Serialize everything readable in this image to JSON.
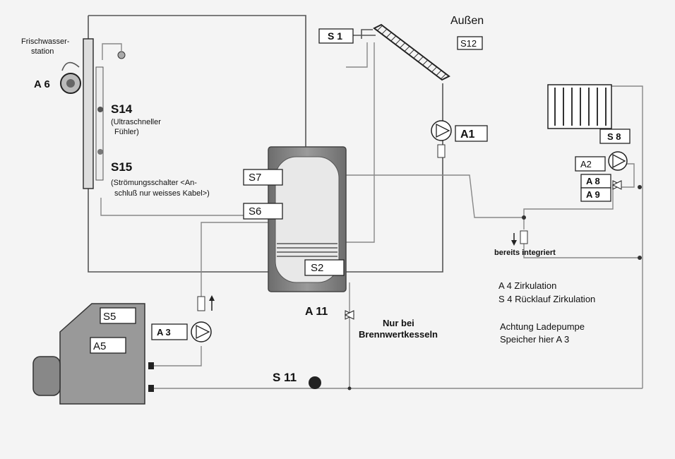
{
  "labels": {
    "outside": "Außen",
    "fresh_water_station": [
      "Frischwasser-",
      "station"
    ],
    "s1": "S 1",
    "s12": "S12",
    "a6": "A 6",
    "s14": "S14",
    "s14_desc": [
      "(Ultraschneller",
      "Fühler)"
    ],
    "s15": "S15",
    "s15_desc": [
      "(Strömungsschalter <An-",
      "schluß nur weisses Kabel>)"
    ],
    "a1": "A1",
    "s8": "S 8",
    "a2": "A2",
    "a8": "A 8",
    "a9": "A 9",
    "s7": "S7",
    "s6": "S6",
    "s2": "S2",
    "already_integrated": "bereits integriert",
    "a4_note": "A 4 Zirkulation",
    "s4_note": "S 4 Rücklauf Zirkulation",
    "condensing_note": [
      "Nur bei",
      "Brennwertkesseln"
    ],
    "a11": "A 11",
    "s5": "S5",
    "a5": "A5",
    "a3": "A 3",
    "s11": "S 11",
    "warning": [
      "Achtung Ladepumpe",
      "Speicher hier A 3"
    ]
  }
}
